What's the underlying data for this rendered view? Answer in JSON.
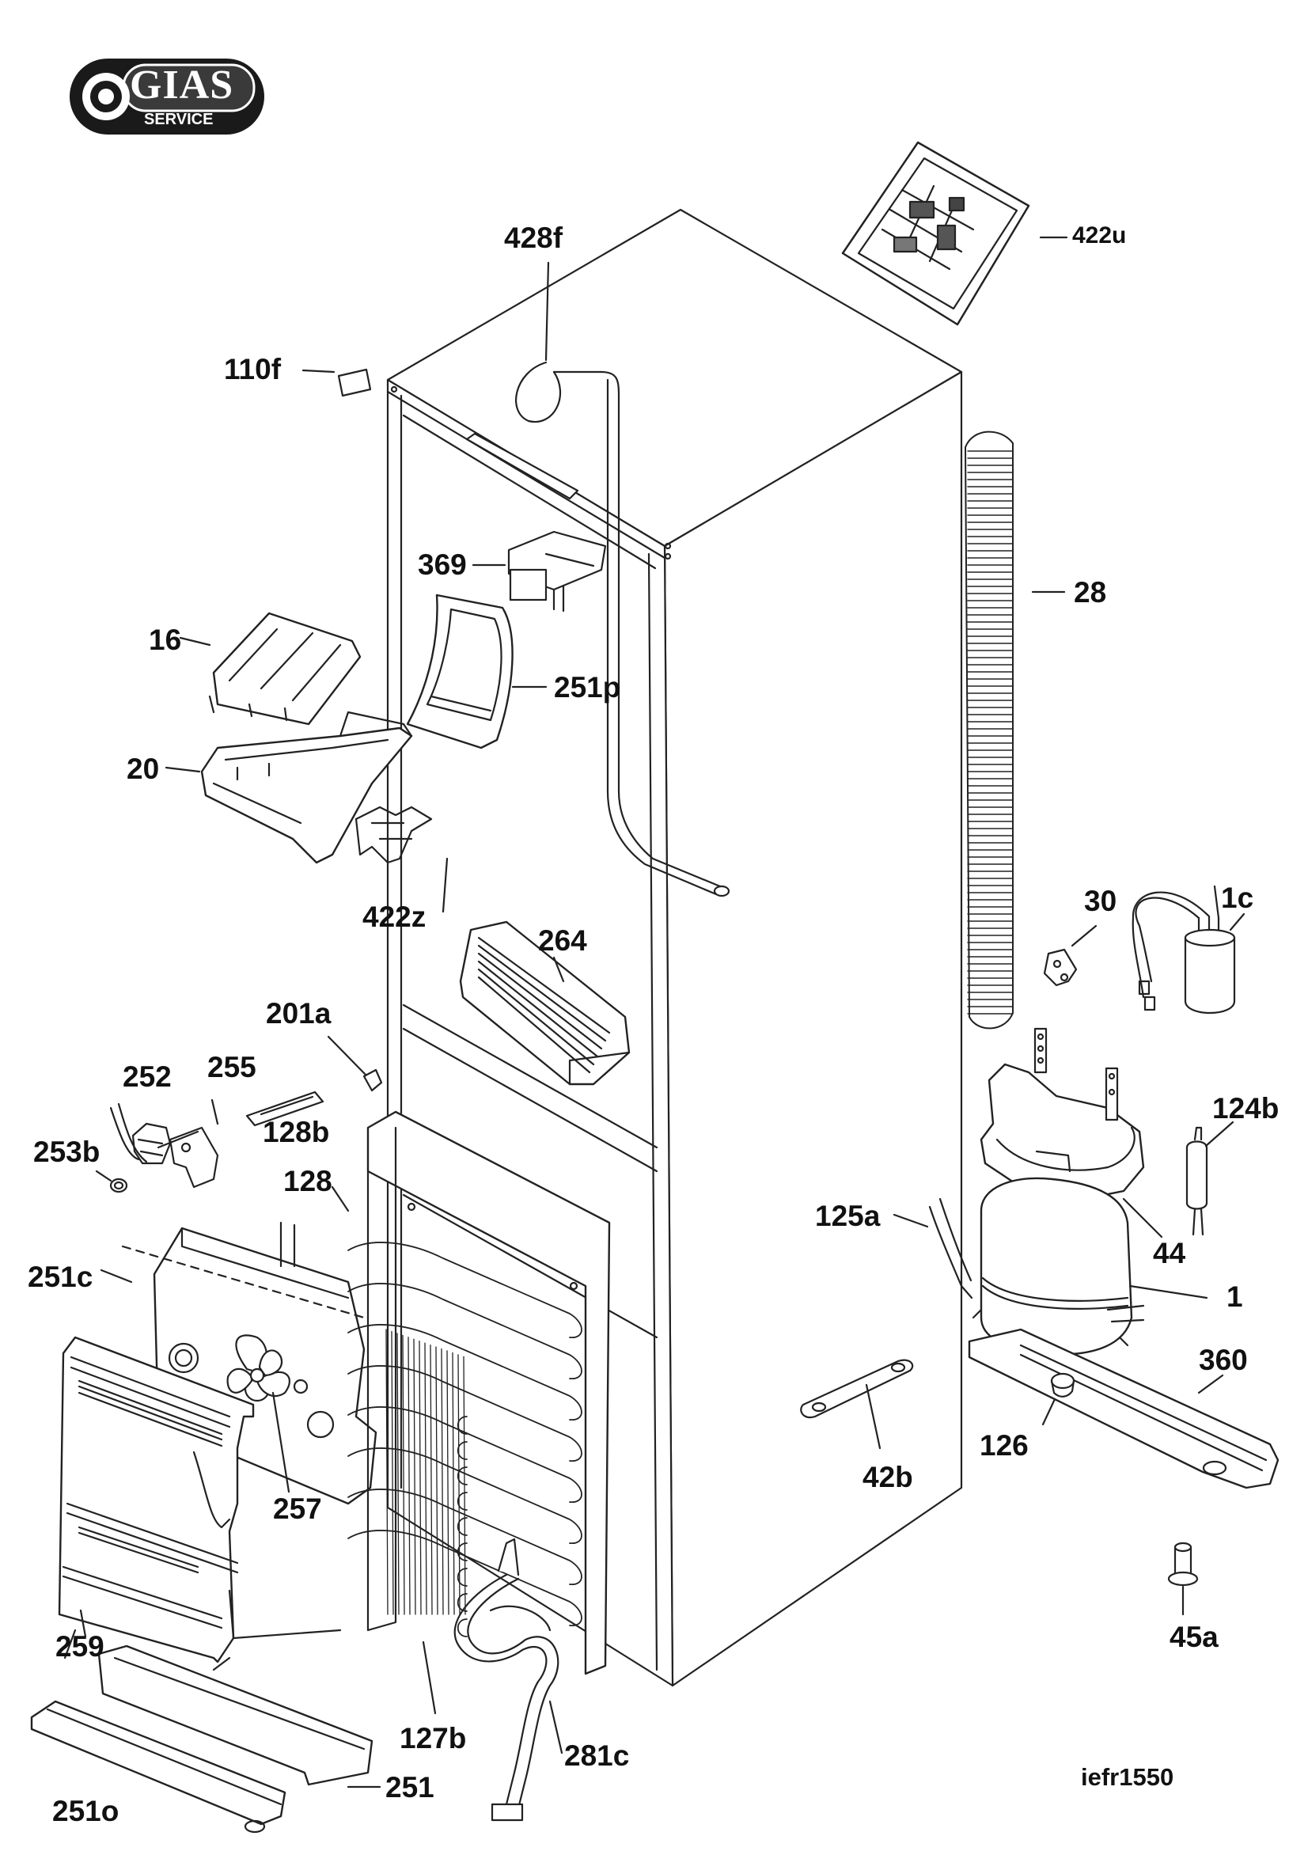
{
  "logo": {
    "name": "GIAS",
    "sub": "SERVICE"
  },
  "drawing_code": "iefr1550",
  "parts": [
    {
      "id": "p-428f",
      "label": "428f"
    },
    {
      "id": "p-422u",
      "label": "422u"
    },
    {
      "id": "p-110f",
      "label": "110f"
    },
    {
      "id": "p-369",
      "label": "369"
    },
    {
      "id": "p-28",
      "label": "28"
    },
    {
      "id": "p-16",
      "label": "16"
    },
    {
      "id": "p-251p",
      "label": "251p"
    },
    {
      "id": "p-20",
      "label": "20"
    },
    {
      "id": "p-422z",
      "label": "422z"
    },
    {
      "id": "p-30",
      "label": "30"
    },
    {
      "id": "p-1c",
      "label": "1c"
    },
    {
      "id": "p-264",
      "label": "264"
    },
    {
      "id": "p-201a",
      "label": "201a"
    },
    {
      "id": "p-252",
      "label": "252"
    },
    {
      "id": "p-255",
      "label": "255"
    },
    {
      "id": "p-128b",
      "label": "128b"
    },
    {
      "id": "p-124b",
      "label": "124b"
    },
    {
      "id": "p-253b",
      "label": "253b"
    },
    {
      "id": "p-128",
      "label": "128"
    },
    {
      "id": "p-125a",
      "label": "125a"
    },
    {
      "id": "p-44",
      "label": "44"
    },
    {
      "id": "p-251c",
      "label": "251c"
    },
    {
      "id": "p-1",
      "label": "1"
    },
    {
      "id": "p-360",
      "label": "360"
    },
    {
      "id": "p-126",
      "label": "126"
    },
    {
      "id": "p-42b",
      "label": "42b"
    },
    {
      "id": "p-257",
      "label": "257"
    },
    {
      "id": "p-45a",
      "label": "45a"
    },
    {
      "id": "p-259",
      "label": "259"
    },
    {
      "id": "p-127b",
      "label": "127b"
    },
    {
      "id": "p-281c",
      "label": "281c"
    },
    {
      "id": "p-251",
      "label": "251"
    },
    {
      "id": "p-251o",
      "label": "251o"
    }
  ]
}
